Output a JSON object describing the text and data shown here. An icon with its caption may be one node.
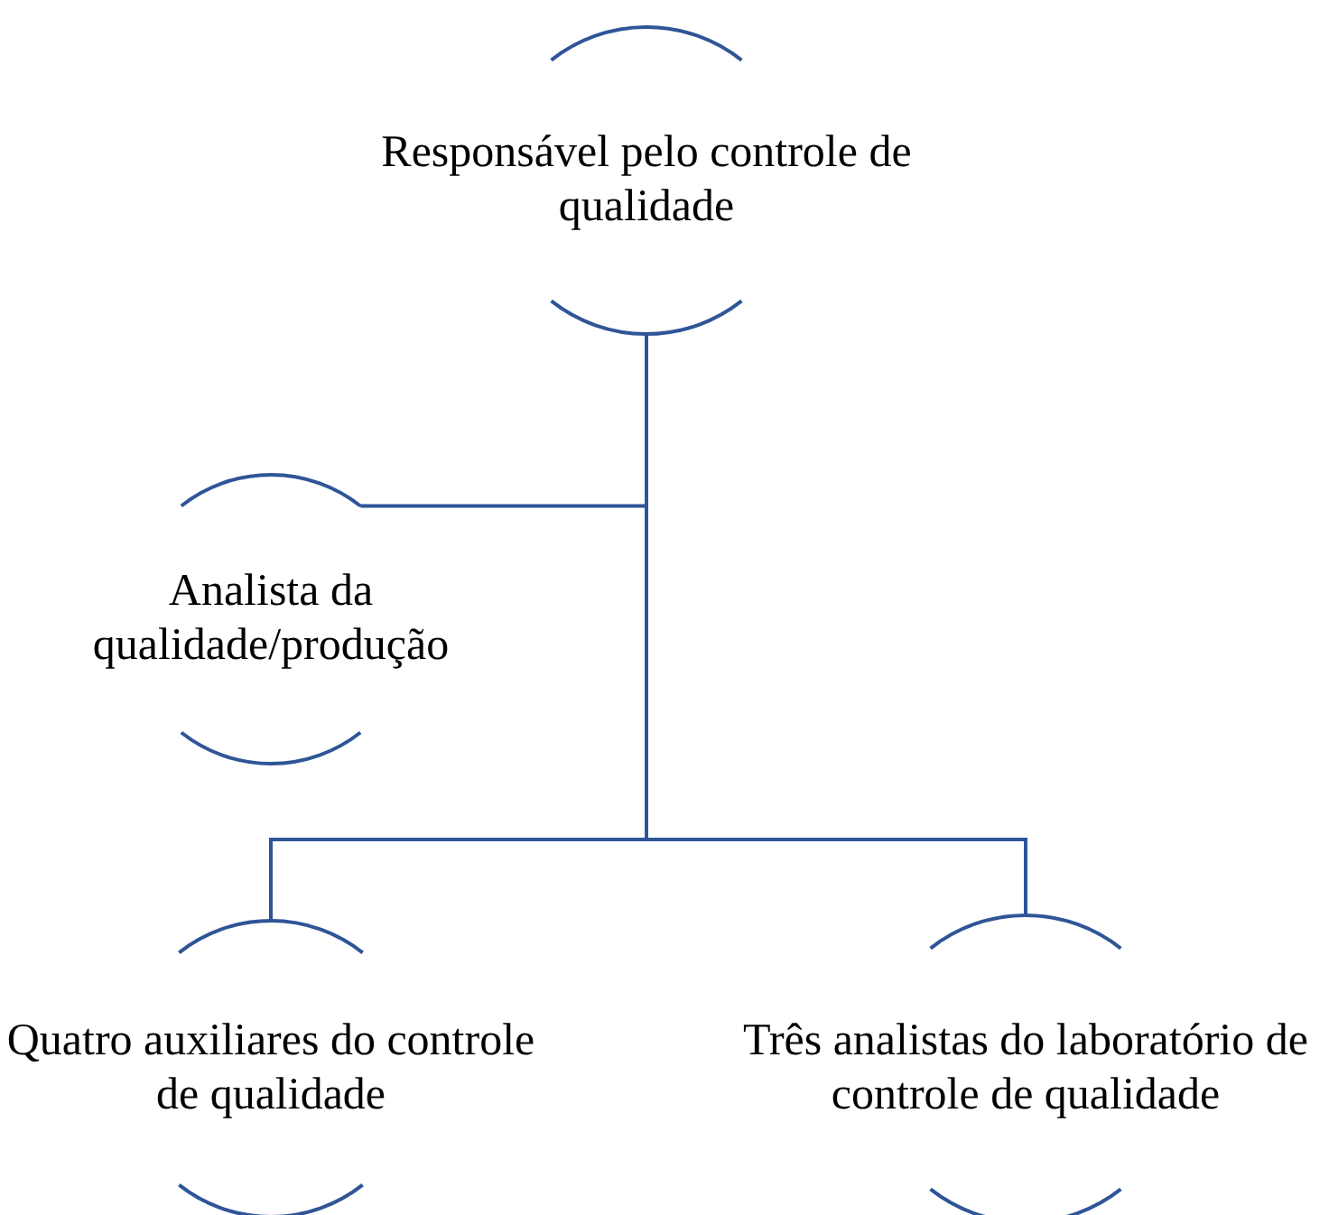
{
  "diagram": {
    "nodes": [
      {
        "text": [
          "Responsável pelo controle de qualidade"
        ]
      },
      {
        "text": [
          "Analista da qualidade/produção"
        ]
      },
      {
        "text": [
          "Quatro auxiliares do controle de qualidade"
        ]
      },
      {
        "text": [
          "Três analistas do laboratório de controle de qualidade"
        ]
      }
    ],
    "edges": [
      {
        "from": 0,
        "to": 1,
        "arrow": "none"
      },
      {
        "from": 0,
        "to": 2,
        "arrow": "none"
      },
      {
        "from": 0,
        "to": 3,
        "arrow": "none"
      }
    ]
  }
}
